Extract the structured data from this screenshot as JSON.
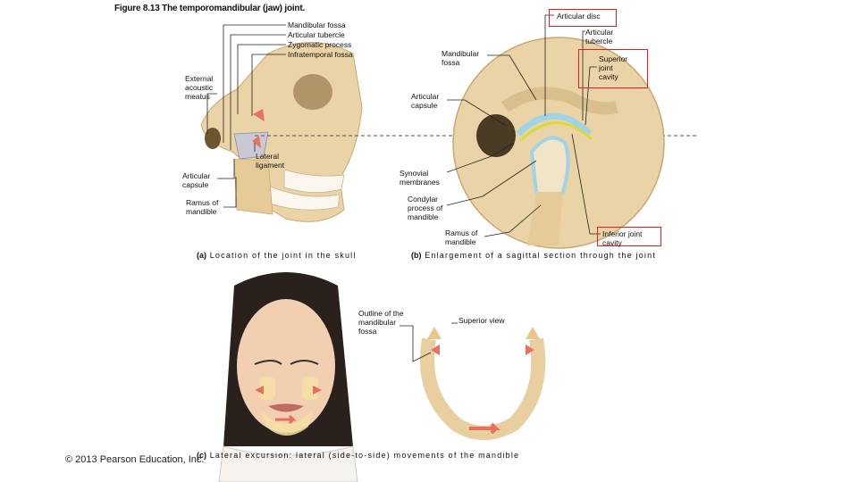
{
  "title": "Figure 8.13 The temporomandibular (jaw) joint.",
  "panel_a": {
    "labels": {
      "mandibular_fossa": "Mandibular fossa",
      "articular_tubercle": "Articular tubercle",
      "zygomatic_process": "Zygomatic process",
      "infratemporal_fossa": "Infratemporal fossa",
      "external_acoustic_meatus": "External\nacoustic\nmeatus",
      "lateral_ligament": "Lateral\nligament",
      "articular_capsule": "Articular\ncapsule",
      "ramus_of_mandible": "Ramus of\nmandible"
    },
    "caption_letter": "(a)",
    "caption": "Location of the joint in the skull"
  },
  "panel_b": {
    "labels": {
      "articular_disc": "Articular disc",
      "articular_tubercle": "Articular\ntubercle",
      "mandibular_fossa": "Mandibular\nfossa",
      "superior_joint_cavity": "Superior\njoint\ncavity",
      "articular_capsule": "Articular\ncapsule",
      "synovial_membranes": "Synovial\nmembranes",
      "condylar_process": "Condylar\nprocess of\nmandible",
      "ramus_of_mandible": "Ramus of\nmandible",
      "inferior_joint_cavity": "Inferior joint\ncavity"
    },
    "caption_letter": "(b)",
    "caption": "Enlargement of a sagittal section through the joint"
  },
  "panel_c": {
    "labels": {
      "outline_fossa": "Outline of the\nmandibular\nfossa",
      "superior_view": "Superior view"
    },
    "caption_letter": "(c)",
    "caption": "Lateral excursion: lateral (side-to-side) movements of the mandible"
  },
  "copyright": "© 2013 Pearson Education, Inc.",
  "colors": {
    "highlight_box": "#e0201f",
    "bone": "#e9cfa0",
    "cartilage": "#9fd4e6",
    "arrow": "#e8705f"
  }
}
